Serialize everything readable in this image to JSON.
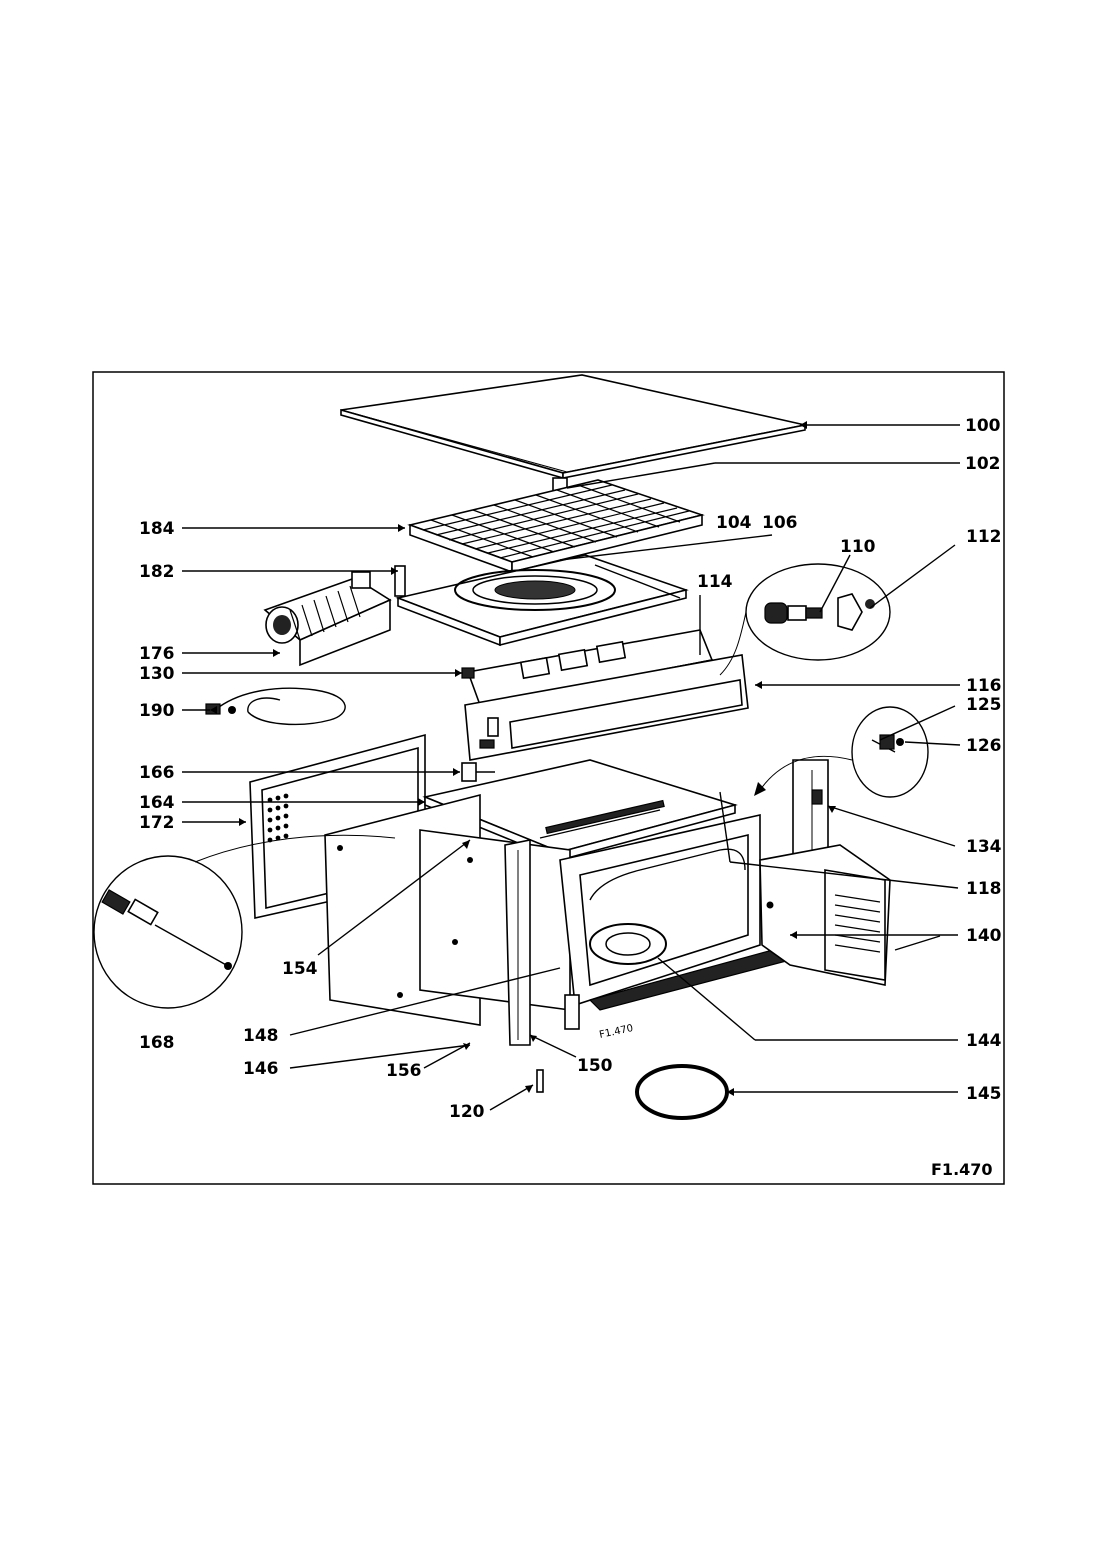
{
  "figure": {
    "ref_code": "F1.470",
    "small_ref_code": "F1.470",
    "parts": [
      {
        "id": "p100",
        "label": "100"
      },
      {
        "id": "p102",
        "label": "102"
      },
      {
        "id": "p184",
        "label": "184"
      },
      {
        "id": "p104",
        "label": "104"
      },
      {
        "id": "p106",
        "label": "106"
      },
      {
        "id": "p110",
        "label": "110"
      },
      {
        "id": "p112",
        "label": "112"
      },
      {
        "id": "p182",
        "label": "182"
      },
      {
        "id": "p114",
        "label": "114"
      },
      {
        "id": "p176",
        "label": "176"
      },
      {
        "id": "p130",
        "label": "130"
      },
      {
        "id": "p116",
        "label": "116"
      },
      {
        "id": "p125",
        "label": "125"
      },
      {
        "id": "p190",
        "label": "190"
      },
      {
        "id": "p126",
        "label": "126"
      },
      {
        "id": "p166",
        "label": "166"
      },
      {
        "id": "p164",
        "label": "164"
      },
      {
        "id": "p134",
        "label": "134"
      },
      {
        "id": "p172",
        "label": "172"
      },
      {
        "id": "p118",
        "label": "118"
      },
      {
        "id": "p140",
        "label": "140"
      },
      {
        "id": "p154",
        "label": "154"
      },
      {
        "id": "p168",
        "label": "168"
      },
      {
        "id": "p144",
        "label": "144"
      },
      {
        "id": "p148",
        "label": "148"
      },
      {
        "id": "p146",
        "label": "146"
      },
      {
        "id": "p156",
        "label": "156"
      },
      {
        "id": "p150",
        "label": "150"
      },
      {
        "id": "p145",
        "label": "145"
      },
      {
        "id": "p120",
        "label": "120"
      }
    ]
  }
}
